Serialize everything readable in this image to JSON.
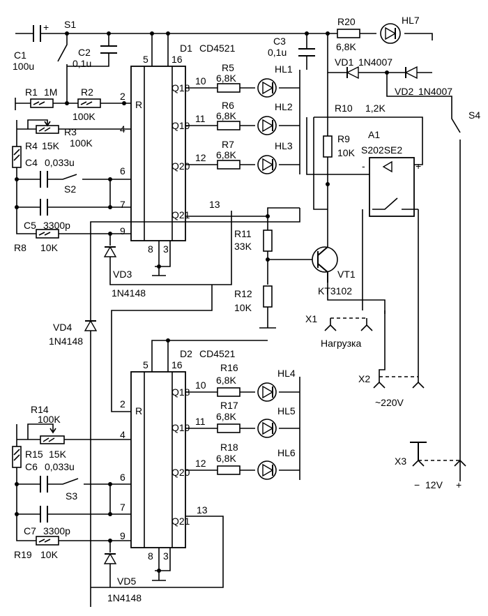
{
  "chips": {
    "d1": {
      "ref": "D1",
      "type": "CD4521",
      "p5": "5",
      "p16": "16",
      "p2": "2",
      "p4": "4",
      "p6": "6",
      "p7": "7",
      "p9": "9",
      "p8": "8",
      "p3": "3",
      "p10": "10",
      "p11": "11",
      "p12": "12",
      "p13": "13",
      "R": "R",
      "Q18": "Q18",
      "Q19": "Q19",
      "Q20": "Q20",
      "Q21": "Q21"
    },
    "d2": {
      "ref": "D2",
      "type": "CD4521",
      "p5": "5",
      "p16": "16",
      "p2": "2",
      "p4": "4",
      "p6": "6",
      "p7": "7",
      "p9": "9",
      "p8": "8",
      "p3": "3",
      "p10": "10",
      "p11": "11",
      "p12": "12",
      "p13": "13",
      "R": "R",
      "Q18": "Q18",
      "Q19": "Q19",
      "Q20": "Q20",
      "Q21": "Q21"
    }
  },
  "caps": {
    "c1": {
      "ref": "C1",
      "val": "100u",
      "plus": "+"
    },
    "c2": {
      "ref": "C2",
      "val": "0,1u"
    },
    "c3": {
      "ref": "C3",
      "val": "0,1u"
    },
    "c4": {
      "ref": "C4",
      "val": "0,033u"
    },
    "c5": {
      "ref": "C5",
      "val": "3300p"
    },
    "c6": {
      "ref": "C6",
      "val": "0,033u"
    },
    "c7": {
      "ref": "C7",
      "val": "3300p"
    }
  },
  "resistors": {
    "r1": {
      "ref": "R1",
      "val": "1M"
    },
    "r2": {
      "ref": "R2",
      "val": "100K"
    },
    "r3": {
      "ref": "R3",
      "val": "100K"
    },
    "r4": {
      "ref": "R4",
      "val": "15K"
    },
    "r5": {
      "ref": "R5",
      "val": "6,8K"
    },
    "r6": {
      "ref": "R6",
      "val": "6,8K"
    },
    "r7": {
      "ref": "R7",
      "val": "6,8K"
    },
    "r8": {
      "ref": "R8",
      "val": "10K"
    },
    "r9": {
      "ref": "R9",
      "val": "10K"
    },
    "r10": {
      "ref": "R10",
      "val": "1,2K"
    },
    "r11": {
      "ref": "R11",
      "val": "33K"
    },
    "r12": {
      "ref": "R12",
      "val": "10K"
    },
    "r14": {
      "ref": "R14",
      "val": "100K"
    },
    "r15": {
      "ref": "R15",
      "val": "15K"
    },
    "r16": {
      "ref": "R16",
      "val": "6,8K"
    },
    "r17": {
      "ref": "R17",
      "val": "6,8K"
    },
    "r18": {
      "ref": "R18",
      "val": "6,8K"
    },
    "r19": {
      "ref": "R19",
      "val": "10K"
    },
    "r20": {
      "ref": "R20",
      "val": "6,8K"
    }
  },
  "leds": {
    "hl1": "HL1",
    "hl2": "HL2",
    "hl3": "HL3",
    "hl4": "HL4",
    "hl5": "HL5",
    "hl6": "HL6",
    "hl7": "HL7"
  },
  "diodes": {
    "vd1": {
      "ref": "VD1",
      "type": "1N4007"
    },
    "vd2": {
      "ref": "VD2",
      "type": "1N4007"
    },
    "vd3": {
      "ref": "VD3",
      "type": "1N4148"
    },
    "vd4": {
      "ref": "VD4",
      "type": "1N4148"
    },
    "vd5": {
      "ref": "VD5",
      "type": "1N4148"
    }
  },
  "switches": {
    "s1": "S1",
    "s2": "S2",
    "s3": "S3",
    "s4": "S4"
  },
  "transistor": {
    "ref": "VT1",
    "type": "KT3102"
  },
  "relay": {
    "ref": "A1",
    "type": "S202SE2",
    "minus": "-",
    "plus": "+"
  },
  "connectors": {
    "x1": {
      "ref": "X1",
      "label": "Нагрузка"
    },
    "x2": {
      "ref": "X2",
      "label": "~220V"
    },
    "x3": {
      "ref": "X3",
      "minus": "−",
      "label": "12V",
      "plus": "+"
    }
  }
}
